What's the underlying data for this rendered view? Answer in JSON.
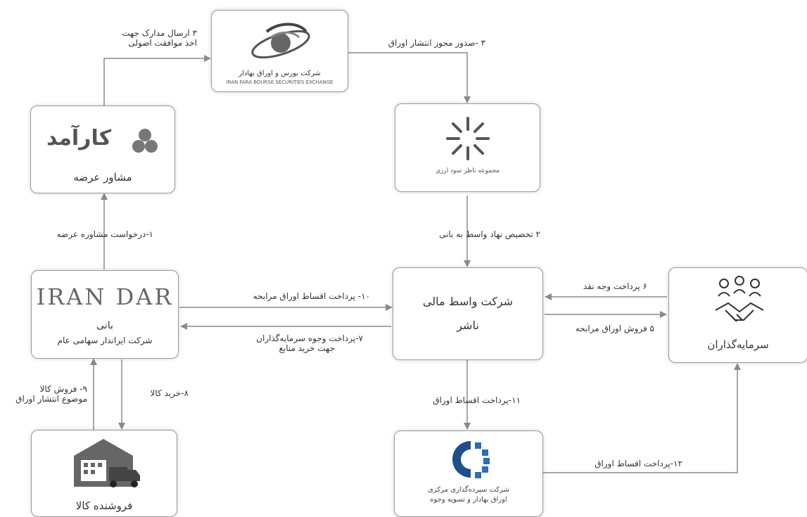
{
  "boxes": {
    "sebo": {
      "caption_fa": "شرکت بورس و اوراق بهادار",
      "caption_en": "IRAN FARA BOURSE SECURITIES EXCHANGE"
    },
    "karamad": {
      "logo_text": "کارآمد",
      "role": "مشاور عرضه"
    },
    "markazi": {
      "caption": "مجموعه ناظر سود ارزی"
    },
    "irandar": {
      "logo_text": "IRAN DAR",
      "role": "بانی",
      "company": "شرکت ایراندار سهامی عام"
    },
    "vaset": {
      "line1": "شرکت واسط مالی",
      "line2": "ناشر"
    },
    "investors": {
      "role": "سرمایه‌گذاران"
    },
    "seller": {
      "role": "فروشنده کالا"
    },
    "sepordeh": {
      "caption1": "شرکت سپرده‌گذاری مرکزی",
      "caption2": "اوراق بهادار و تسویه وجوه"
    }
  },
  "edges": {
    "step1": "۱-درخواست مشاوره عرضه",
    "step3_line1": "۳ ارسال مدارک جهت",
    "step3_line2": "اخذ موافقت اصولی",
    "step3b": "۳ -صدور مجوز انتشار اوراق",
    "step2": "۲ تخصیص نهاد واسط به بانی",
    "step6": "۶ پرداخت وجه نقد",
    "step5": "۵ فروش اوراق مرابحه",
    "step10": "۱۰- پرداخت اقساط اوراق مرابحه",
    "step7_line1": "۷-پرداخت وجوه سرمایه‌گذاران",
    "step7_line2": "جهت خرید منابع",
    "step9_line1": "۹- فروش کالا",
    "step9_line2": "موضوع انتشار اوراق",
    "step8": "۸-خرید کالا",
    "step11": "۱۱-پرداخت اقساط اوراق",
    "step12": "۱۲-پرداخت اقساط اوراق"
  },
  "colors": {
    "line": "#8a8a8a",
    "blue_logo": "#1f4e8c",
    "dark": "#444444"
  }
}
